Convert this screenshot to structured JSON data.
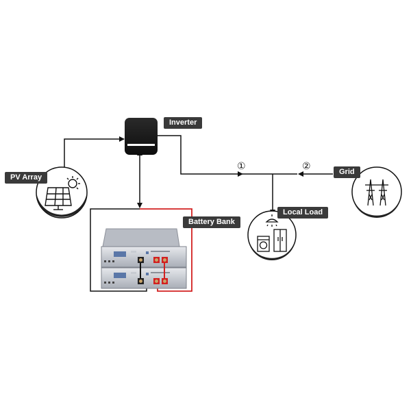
{
  "labels": {
    "pv_array": "PV Array",
    "inverter": "Inverter",
    "grid": "Grid",
    "battery_bank": "Battery Bank",
    "local_load": "Local Load"
  },
  "markers": {
    "flow_1": "①",
    "flow_2": "②"
  },
  "icons": {
    "pv": "solar-panel-with-sun-icon",
    "grid": "transmission-tower-icon",
    "load": "appliances-icon",
    "inverter": "inverter-box-icon",
    "battery": "battery-rack-icon"
  },
  "colors": {
    "dc_positive": "#d32020",
    "dc_negative": "#111111",
    "label_bg": "#3a3a3a",
    "battery_panel": "#5a77a8"
  }
}
